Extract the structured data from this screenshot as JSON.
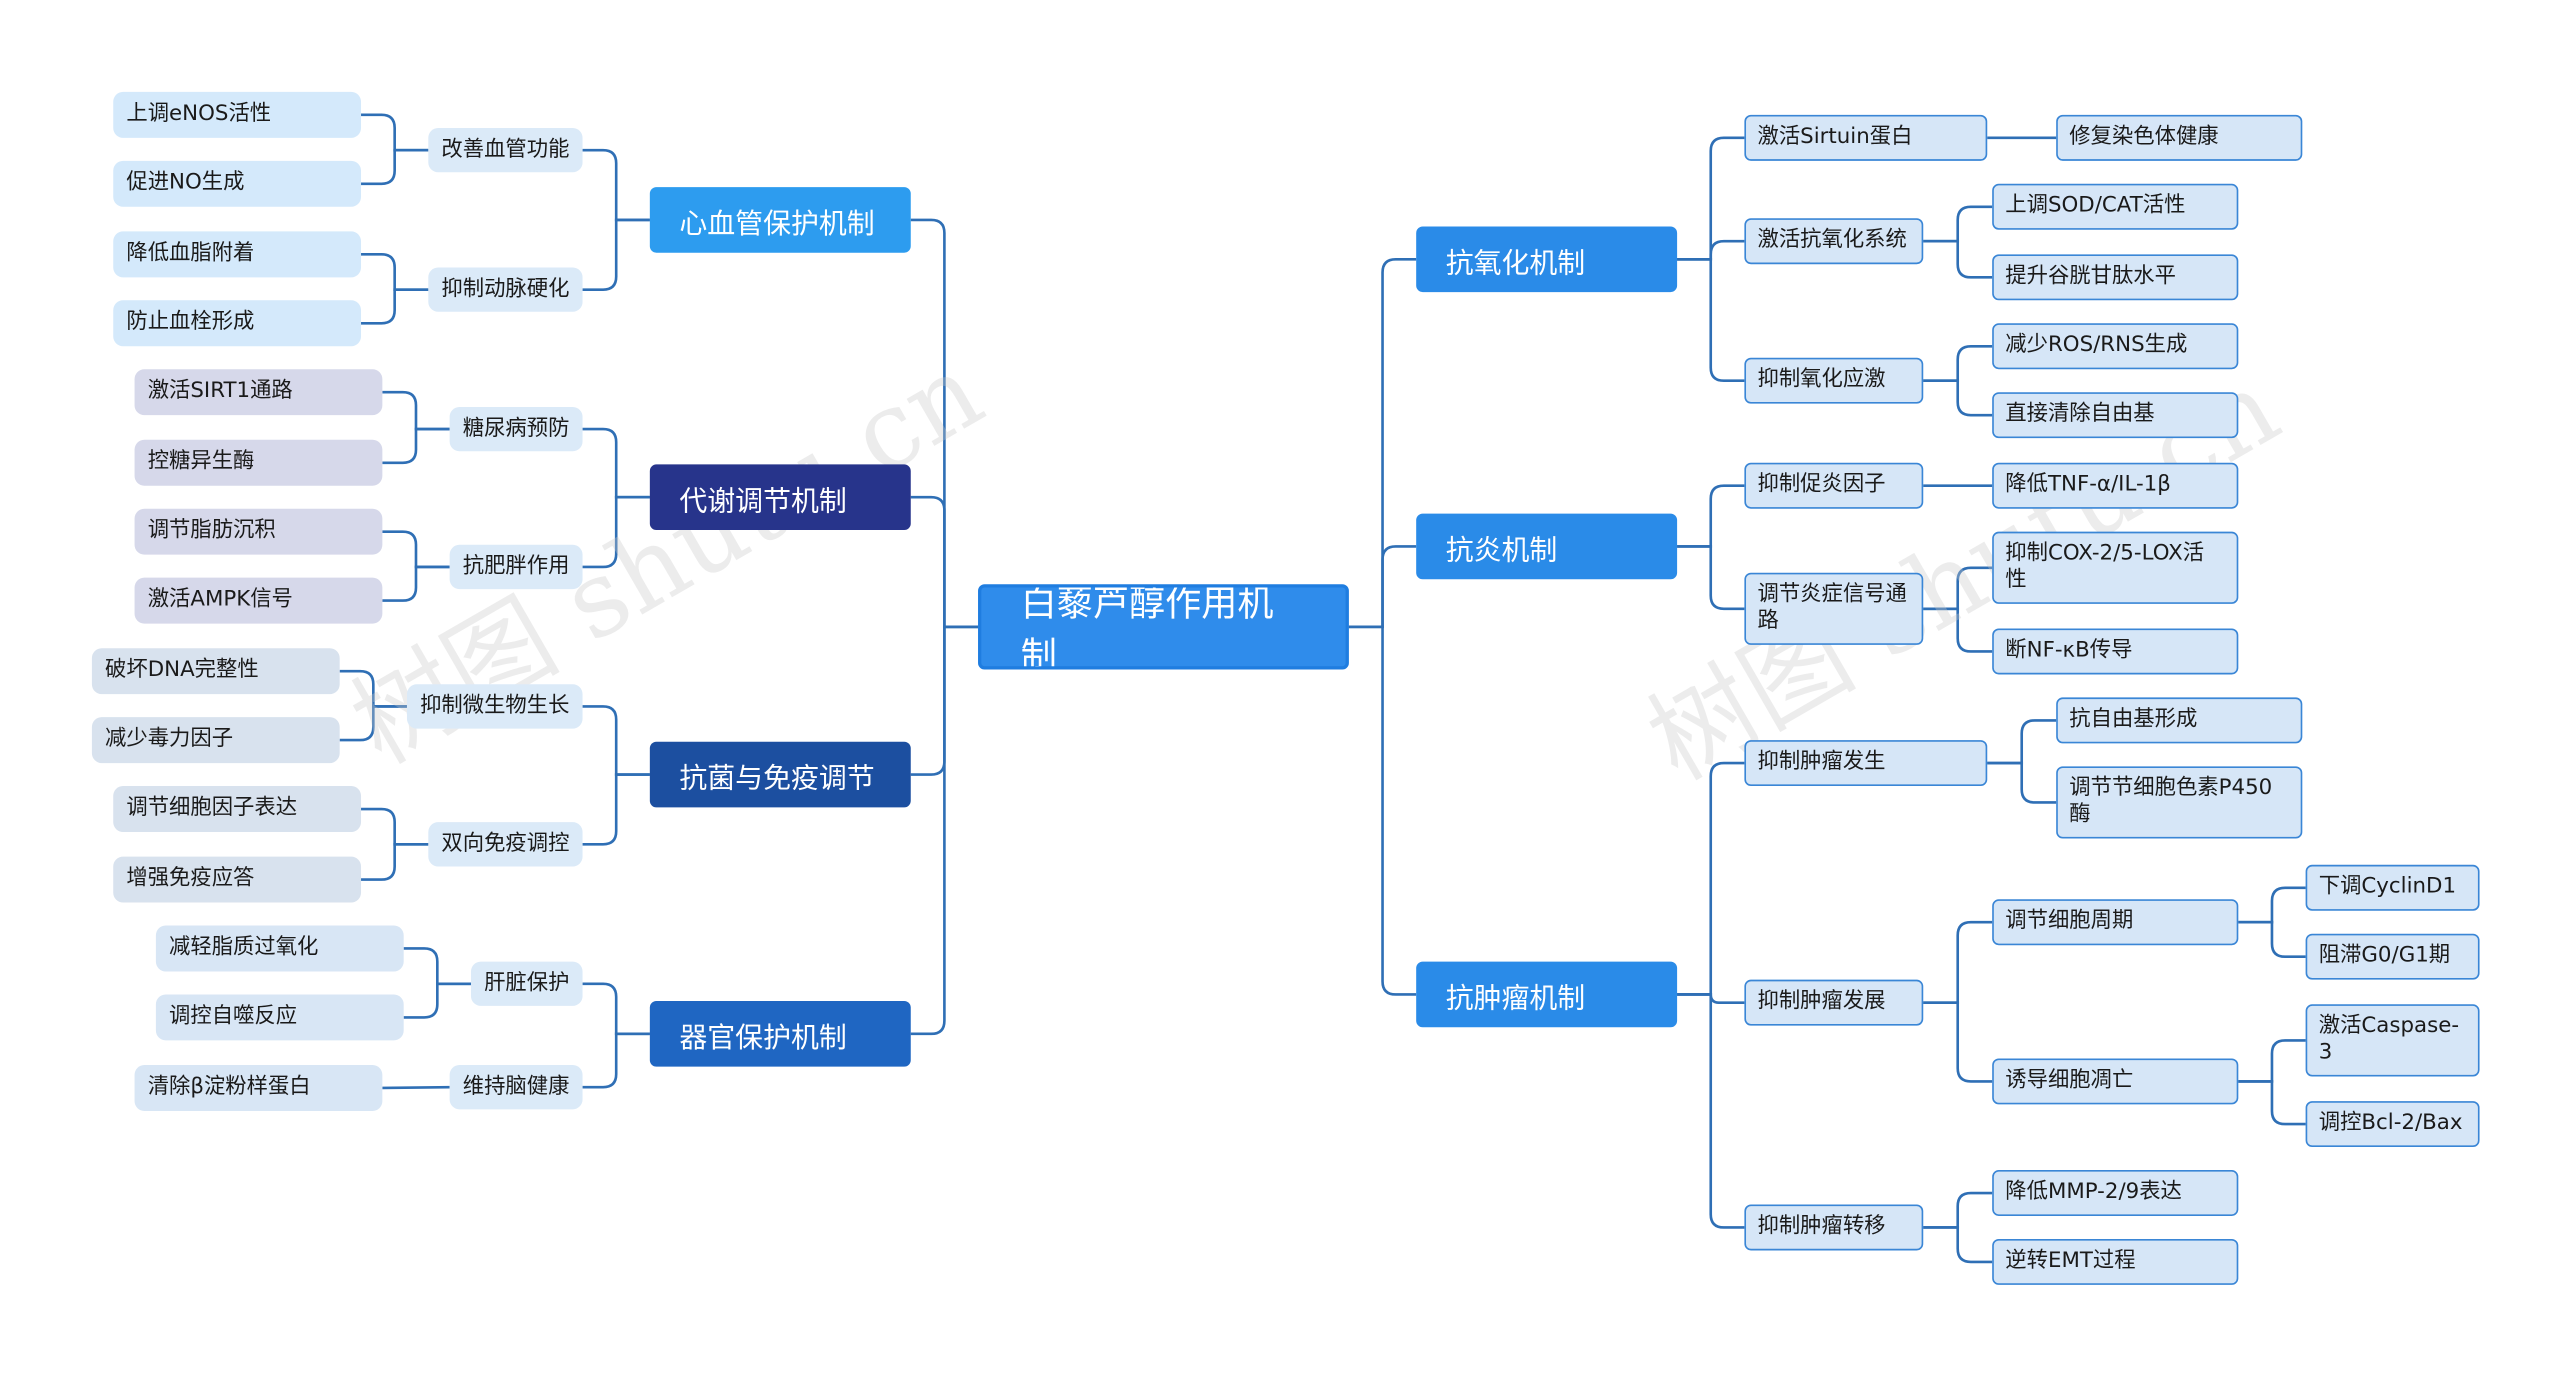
{
  "colors": {
    "line": "#2f6fb5",
    "root": "#2f8ceb",
    "cardio": "#2d9cef",
    "metab": "#27348b",
    "immune": "#1c4fa0",
    "organ": "#1f66c2",
    "right_main": "#2a8be8",
    "left_sub": "#dbeaf8",
    "leaf_cardio": "#d4e9fb",
    "leaf_metab": "#d6d8ea",
    "leaf_immune": "#d8e2ee",
    "leaf_organ": "#d8e6f5"
  },
  "root": {
    "label": "白藜芦醇作用机制"
  },
  "watermark": "树图 shutu.cn",
  "left": [
    {
      "label": "心血管保护机制",
      "subs": [
        {
          "label": "改善血管功能",
          "leaves": [
            "上调eNOS活性",
            "促进NO生成"
          ]
        },
        {
          "label": "抑制动脉硬化",
          "leaves": [
            "降低血脂附着",
            "防止血栓形成"
          ]
        }
      ]
    },
    {
      "label": "代谢调节机制",
      "subs": [
        {
          "label": "糖尿病预防",
          "leaves": [
            "激活SIRT1通路",
            "控糖异生酶"
          ]
        },
        {
          "label": "抗肥胖作用",
          "leaves": [
            "调节脂肪沉积",
            "激活AMPK信号"
          ]
        }
      ]
    },
    {
      "label": "抗菌与免疫调节",
      "subs": [
        {
          "label": "抑制微生物生长",
          "leaves": [
            "破坏DNA完整性",
            "减少毒力因子"
          ]
        },
        {
          "label": "双向免疫调控",
          "leaves": [
            "调节细胞因子表达",
            "增强免疫应答"
          ]
        }
      ]
    },
    {
      "label": "器官保护机制",
      "subs": [
        {
          "label": "肝脏保护",
          "leaves": [
            "减轻脂质过氧化",
            "调控自噬反应"
          ]
        },
        {
          "label": "维持脑健康",
          "leaves": [
            "清除β淀粉样蛋白"
          ]
        }
      ]
    }
  ],
  "right": [
    {
      "label": "抗氧化机制",
      "subs": [
        {
          "label": "激活Sirtuin蛋白",
          "leaves": [
            {
              "label": "修复染色体健康"
            }
          ]
        },
        {
          "label": "激活抗氧化系统",
          "leaves": [
            {
              "label": "上调SOD/CAT活性"
            },
            {
              "label": "提升谷胱甘肽水平"
            }
          ]
        },
        {
          "label": "抑制氧化应激",
          "leaves": [
            {
              "label": "减少ROS/RNS生成"
            },
            {
              "label": "直接清除自由基"
            }
          ]
        }
      ]
    },
    {
      "label": "抗炎机制",
      "subs": [
        {
          "label": "抑制促炎因子",
          "leaves": [
            {
              "label": "降低TNF-α/IL-1β"
            }
          ]
        },
        {
          "label": "调节炎症信号通路",
          "leaves": [
            {
              "label": "抑制COX-2/5-LOX活性"
            },
            {
              "label": "断NF-κB传导"
            }
          ]
        }
      ]
    },
    {
      "label": "抗肿瘤机制",
      "subs": [
        {
          "label": "抑制肿瘤发生",
          "leaves": [
            {
              "label": "抗自由基形成"
            },
            {
              "label": "调节节细胞色素P450酶"
            }
          ]
        },
        {
          "label": "抑制肿瘤发展",
          "leaves": [
            {
              "label": "调节细胞周期",
              "leaves": [
                "下调CyclinD1",
                "阻滞G0/G1期"
              ]
            },
            {
              "label": "诱导细胞凋亡",
              "leaves": [
                "激活Caspase-3",
                "调控Bcl-2/Bax"
              ]
            }
          ]
        },
        {
          "label": "抑制肿瘤转移",
          "leaves": [
            {
              "label": "降低MMP-2/9表达"
            },
            {
              "label": "逆转EMT过程"
            }
          ]
        }
      ]
    }
  ]
}
